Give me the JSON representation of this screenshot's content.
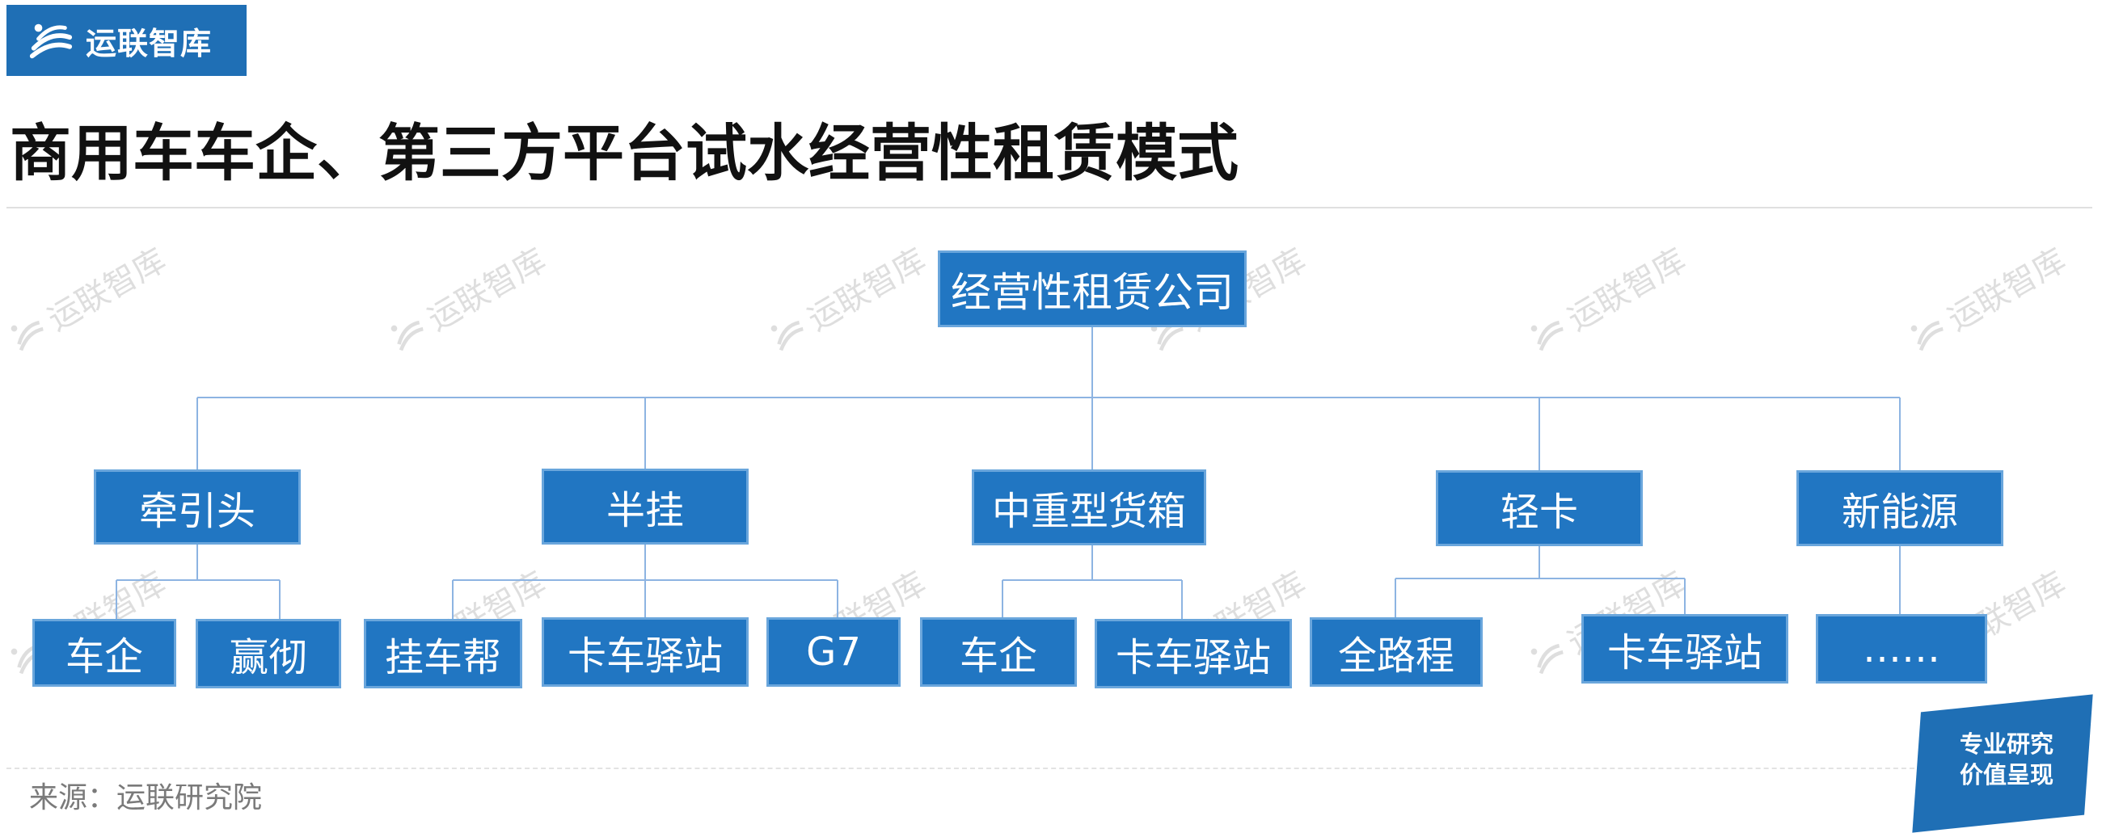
{
  "brand": {
    "name": "运联智库",
    "color": "#1f6fb5",
    "logo_icon": "yunlian-swirl-logo-icon"
  },
  "title": "商用车车企、第三方平台试水经营性租赁模式",
  "watermark_text": "运联智库",
  "diagram": {
    "root": "经营性租赁公司",
    "categories": [
      {
        "label": "牵引头",
        "children": [
          "车企",
          "赢彻"
        ]
      },
      {
        "label": "半挂",
        "children": [
          "挂车帮",
          "卡车驿站",
          "G7"
        ]
      },
      {
        "label": "中重型货箱",
        "children": [
          "车企",
          "卡车驿站"
        ]
      },
      {
        "label": "轻卡",
        "children": [
          "全路程",
          "卡车驿站"
        ]
      },
      {
        "label": "新能源",
        "children": [
          "……"
        ]
      }
    ],
    "node_color": "#2176c2",
    "line_color": "#8db4e2"
  },
  "source": "来源：运联研究院",
  "badge": {
    "line1": "专业研究",
    "line2": "价值呈现"
  }
}
